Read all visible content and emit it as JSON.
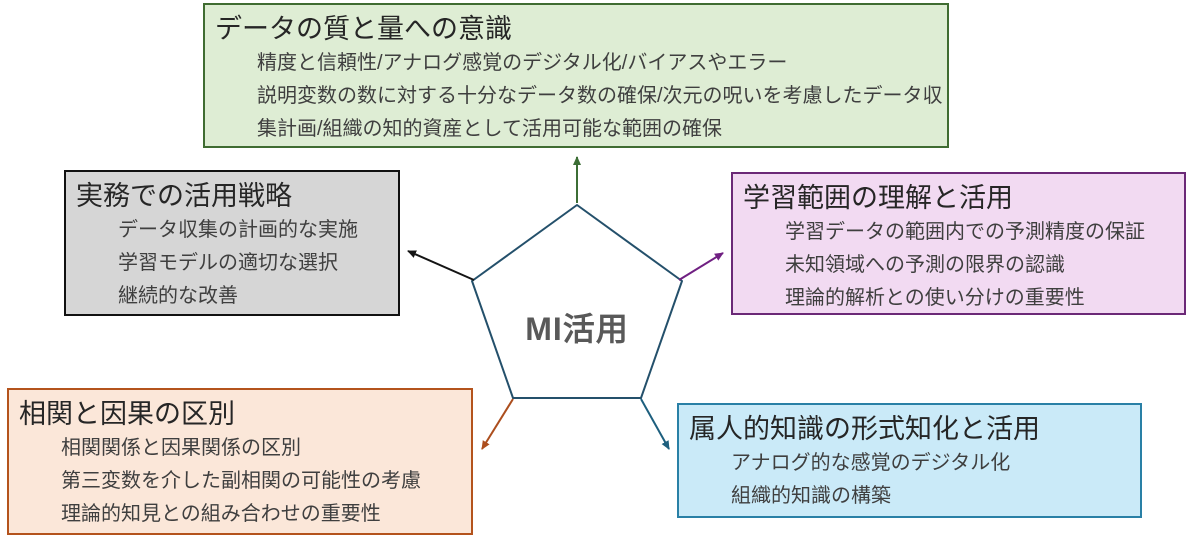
{
  "center": {
    "label": "MI活用",
    "shape": "pentagon",
    "outline_color": "#24506B",
    "text_color": "#595959"
  },
  "boxes": [
    {
      "id": "data-quality-box",
      "title": "データの質と量への意識",
      "items": [
        "精度と信頼性/アナログ感覚のデジタル化/バイアスやエラー",
        "説明変数の数に対する十分なデータ数の確保/次元の呪いを考慮したデータ収",
        "集計画/組織の知的資産として活用可能な範囲の確保"
      ],
      "fill_color": "#DEEDD4",
      "border_color": "#3F6C31"
    },
    {
      "id": "practical-strategy-box",
      "title": "実務での活用戦略",
      "items": [
        "データ収集の計画的な実施",
        "学習モデルの適切な選択",
        "継続的な改善"
      ],
      "fill_color": "#D6D6D6",
      "border_color": "#111111"
    },
    {
      "id": "learning-scope-box",
      "title": "学習範囲の理解と活用",
      "items": [
        "学習データの範囲内での予測精度の保証",
        "未知領域への予測の限界の認識",
        "理論的解析との使い分けの重要性"
      ],
      "fill_color": "#F2DAF2",
      "border_color": "#6B2877"
    },
    {
      "id": "correlation-causation-box",
      "title": "相関と因果の区別",
      "items": [
        "相関関係と因果関係の区別",
        "第三変数を介した副相関の可能性の考慮",
        "理論的知見との組み合わせの重要性"
      ],
      "fill_color": "#FBE7D9",
      "border_color": "#B4531C"
    },
    {
      "id": "tacit-knowledge-box",
      "title": "属人的知識の形式知化と活用",
      "items": [
        "アナログ的な感覚のデジタル化",
        "組織的知識の構築"
      ],
      "fill_color": "#CAEAF8",
      "border_color": "#2980A6"
    }
  ],
  "arrows": [
    {
      "target": "data-quality-box",
      "color": "#3C6E35"
    },
    {
      "target": "practical-strategy-box",
      "color": "#141414"
    },
    {
      "target": "learning-scope-box",
      "color": "#702082"
    },
    {
      "target": "correlation-causation-box",
      "color": "#AC4E1E"
    },
    {
      "target": "tacit-knowledge-box",
      "color": "#1D5F7E"
    }
  ]
}
